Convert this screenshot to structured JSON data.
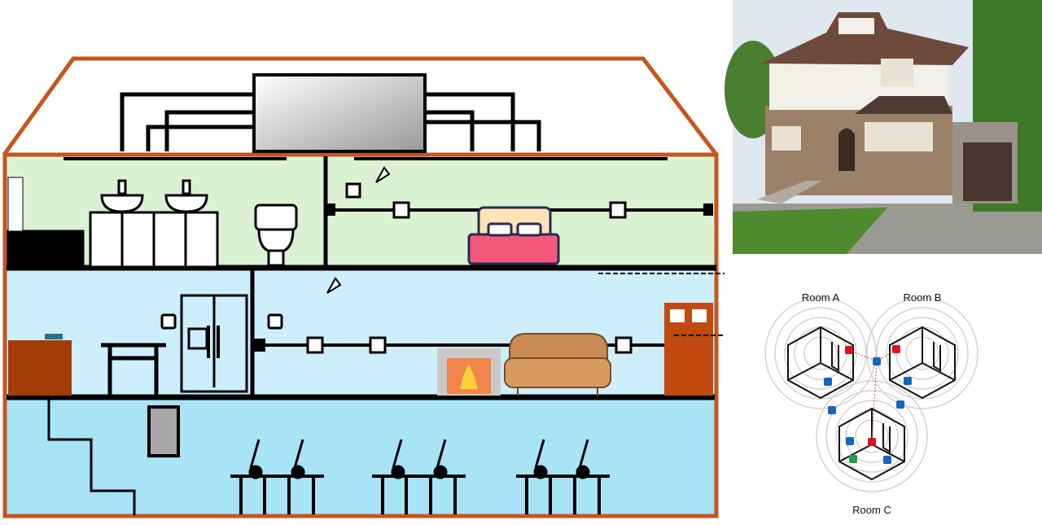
{
  "house_diagram": {
    "colors": {
      "frame": "#c4561e",
      "upper_floor": "#daf2d2",
      "main_floor": "#cdeefb",
      "basement": "#a8e3f6",
      "furniture_wood": "#a33d08"
    },
    "rooms": [
      "bathroom",
      "bedroom",
      "kitchen",
      "living-room",
      "basement-office"
    ]
  },
  "photo": {
    "subject": "house-exterior"
  },
  "room_diagram": {
    "rooms": [
      {
        "label": "Room A"
      },
      {
        "label": "Room B"
      },
      {
        "label": "Room C"
      }
    ],
    "colors": {
      "red": "#e0101a",
      "blue": "#1565c0",
      "green": "#1aa040"
    }
  }
}
